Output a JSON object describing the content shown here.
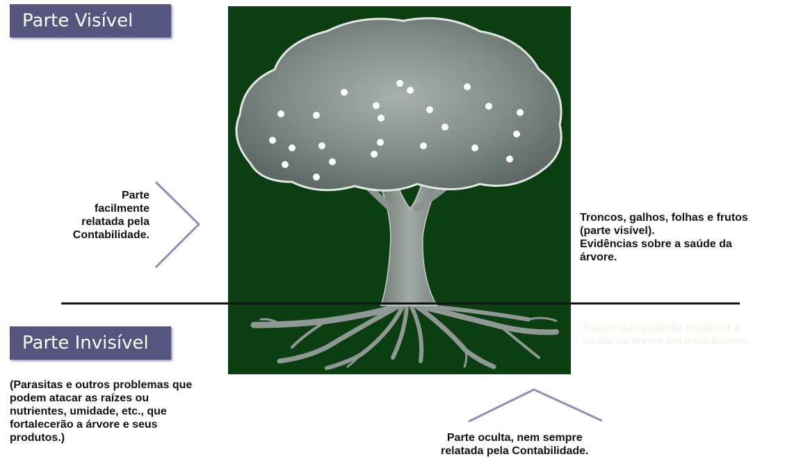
{
  "titles": {
    "visible": "Parte Visível",
    "invisible": "Parte Invisível"
  },
  "left_note": {
    "lines": [
      "Parte",
      "facilmente",
      "relatada pela",
      "Contabilidade."
    ]
  },
  "right_note": {
    "lines": [
      "Troncos, galhos, folhas e frutos",
      "(parte visível).",
      "Evidências sobre a saúde da",
      "árvore."
    ]
  },
  "roots_note": {
    "lines": [
      "Raízes que poderão modificar a",
      "saúde da árvore em anos futuros."
    ]
  },
  "parasites_note": {
    "lines": [
      "(Parasitas e outros problemas que",
      "podem atacar as raízes ou",
      "nutrientes, umidade, etc., que",
      "fortalecerão a árvore e seus",
      "produtos.)"
    ]
  },
  "hidden_note": {
    "lines": [
      "Parte oculta, nem sempre",
      "relatada pela Contabilidade."
    ]
  },
  "colors": {
    "title_bg": "#55557f",
    "panel_bg": "#0b3f12",
    "arrow": "#8e8eb6",
    "ground_line": "#111111"
  },
  "icons": {
    "tree": "tree-illustration",
    "chevron_right": "chevron-right-icon",
    "chevron_up": "chevron-up-icon"
  }
}
